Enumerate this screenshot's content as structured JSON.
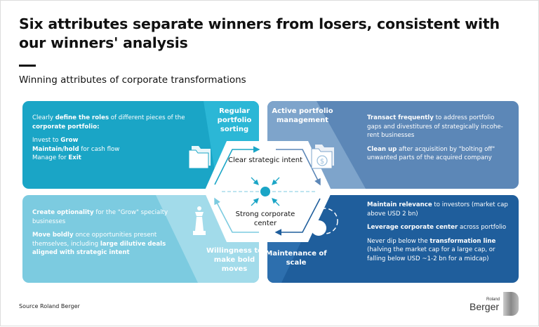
{
  "title": "Six attributes separate winners from losers, consistent with our winners' analysis",
  "subtitle": "Winning attributes of corporate transformations",
  "center": {
    "top": "Clear strategic intent",
    "bottom": "Strong corporate center"
  },
  "panels": {
    "tl": {
      "label": "Regular portfolio sorting",
      "icon": "folder-icon",
      "color": "#1aa5c6",
      "l1a": "Clearly ",
      "l1b": "define the roles",
      "l1c": " of different pieces of the ",
      "l1d": "corporate portfolio",
      ":": ":",
      "l2a": "Invest to ",
      "l2b": "Grow",
      "l3a": "Maintain/hold",
      "l3b": " for cash flow",
      "l4a": "Manage for ",
      "l4b": "Exit"
    },
    "tr": {
      "label": "Active portfolio management",
      "icon": "folder-dollar-icon",
      "color": "#5c87b7",
      "p1a": "Transact frequently",
      "p1b": " to address portfolio gaps and divestitures of strategically incohe-rent businesses",
      "p2a": "Clean up",
      "p2b": " after acquisition by \"bolting off\" unwanted parts of the acquired company"
    },
    "bl": {
      "label": "Willingness to make bold moves",
      "icon": "chess-queen-icon",
      "color": "#7ccbe0",
      "p1a": "Create optionality",
      "p1b": " for the \"Grow\" specialty businesses",
      "p2a": "Move boldly",
      "p2b": " once opportunities present themselves, including ",
      "p2c": "large dilutive deals aligned with strategic intent"
    },
    "br": {
      "label": "Maintenance of scale",
      "icon": "scale-circle-icon",
      "color": "#1f5e9c",
      "p1a": "Maintain relevance",
      "p1b": " to investors (market cap above USD 2 bn)",
      "p2a": "Leverage corporate center",
      "p2b": " across portfolio",
      "p3a": "Never dip below the ",
      "p3b": "transformation line",
      "p3c": " (halving the market cap for a large cap, or falling below USD ~1-2 bn for a midcap)"
    }
  },
  "source": "Source Roland Berger",
  "logo": {
    "small": "Roland",
    "big": "Berger"
  }
}
